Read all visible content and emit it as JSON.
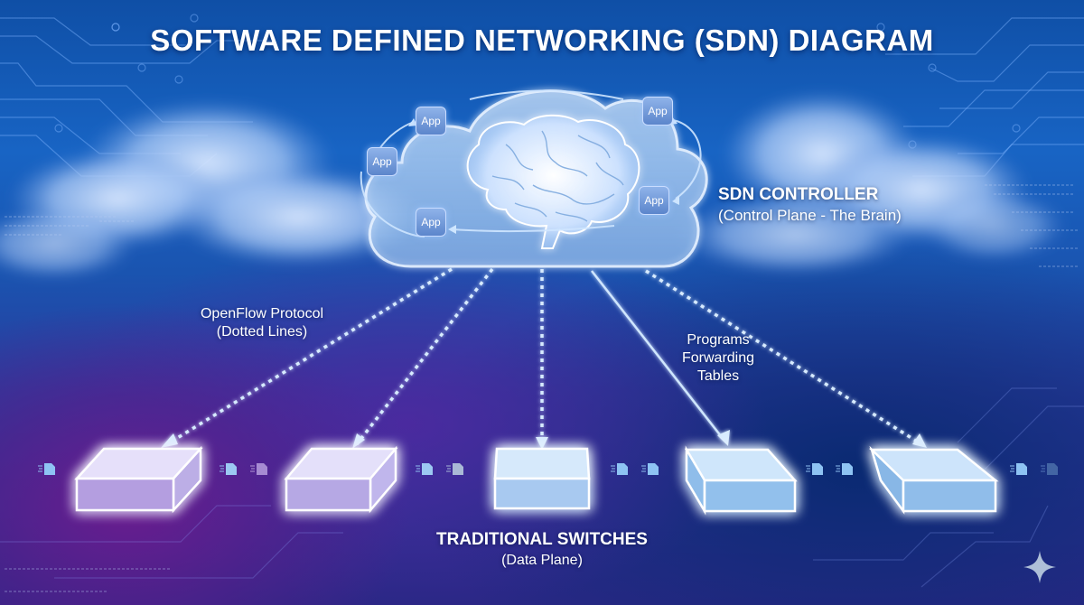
{
  "title": "SOFTWARE DEFINED NETWORKING (SDN) DIAGRAM",
  "controller": {
    "heading": "SDN CONTROLLER",
    "subtitle": "(Control Plane - The Brain)",
    "center_icon": "brain-icon",
    "container_icon": "cloud-icon",
    "apps": [
      {
        "label": "App"
      },
      {
        "label": "App"
      },
      {
        "label": "App"
      },
      {
        "label": "App"
      },
      {
        "label": "App"
      }
    ]
  },
  "annotations": {
    "openflow_line1": "OpenFlow Protocol",
    "openflow_line2": "(Dotted Lines)",
    "programs_line1": "Programs",
    "programs_line2": "Forwarding",
    "programs_line3": "Tables"
  },
  "data_plane": {
    "heading": "TRADITIONAL SWITCHES",
    "subtitle": "(Data Plane)",
    "switch_count": 5,
    "packet_icon": "data-packet-icon"
  },
  "watermark_icon": "sparkle-icon",
  "colors": {
    "background_top": "#1864c4",
    "background_bottom_left": "#6a1c8f",
    "switch_glow": "#e8f0ff",
    "link_line": "#9fd0ff"
  }
}
